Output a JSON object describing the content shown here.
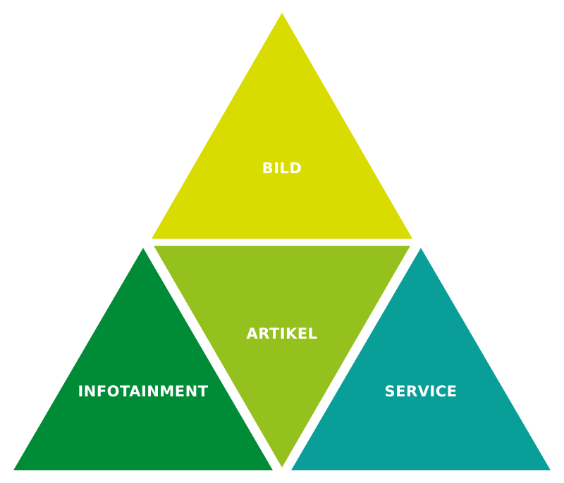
{
  "diagram": {
    "background": "#ffffff",
    "segments": {
      "top": {
        "label": "BILD",
        "color": "#d9dc00"
      },
      "center": {
        "label": "ARTIKEL",
        "color": "#95c11f"
      },
      "left": {
        "label": "INFOTAINMENT",
        "color": "#008c36"
      },
      "right": {
        "label": "SERVICE",
        "color": "#0a9e98"
      }
    }
  }
}
